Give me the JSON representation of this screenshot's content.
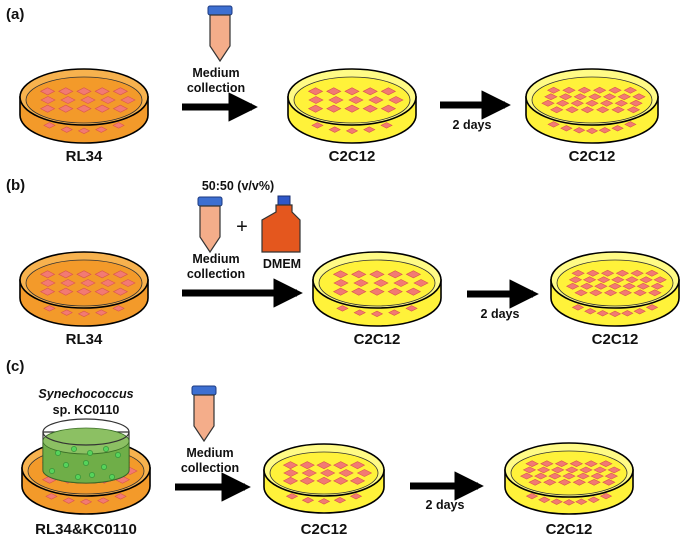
{
  "colors": {
    "orange_medium": "#f39a2a",
    "orange_rim": "#f7b24e",
    "yellow_medium": "#fff23a",
    "yellow_rim": "#fffb86",
    "cell": "#f27a73",
    "tube_body": "#f4ad8a",
    "tube_cap": "#3d6fd1",
    "bottle": "#e4571e",
    "bottle_cap": "#2f57c8",
    "culture_green": "#6fae48",
    "dot_green": "#56d35b"
  },
  "panels": [
    {
      "label": "(a)",
      "arrow_label": [
        "Medium",
        "collection"
      ],
      "two_days": "2 days",
      "dishes": [
        "RL34",
        "C2C12",
        "C2C12"
      ]
    },
    {
      "label": "(b)",
      "ratio": "50:50 (v/v%)",
      "plus": "+",
      "bottle_label": "DMEM",
      "arrow_label": [
        "Medium",
        "collection"
      ],
      "two_days": "2 days",
      "dishes": [
        "RL34",
        "C2C12",
        "C2C12"
      ]
    },
    {
      "label": "(c)",
      "insert_label": [
        "Synechococcus",
        "sp. KC0110"
      ],
      "arrow_label": [
        "Medium",
        "collection"
      ],
      "two_days": "2 days",
      "dishes": [
        "RL34&KC0110",
        "C2C12",
        "C2C12"
      ]
    }
  ],
  "icons": [
    "conical-tube-icon",
    "medium-bottle-icon",
    "petri-dish-icon",
    "cell-insert-icon"
  ]
}
